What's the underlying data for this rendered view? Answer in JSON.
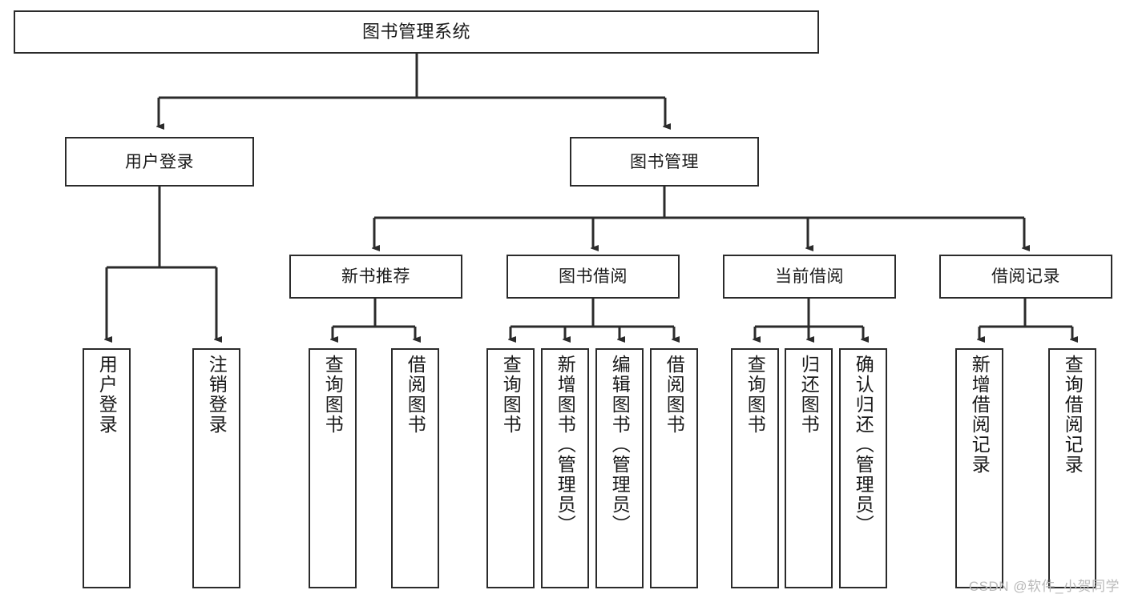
{
  "diagram": {
    "title": "图书管理系统",
    "watermark": "CSDN @软件_小贺同学",
    "line_color": "#2b2b2b",
    "box_border_color": "#2b2b2b",
    "box_fill_color": "#ffffff",
    "text_color": "#1a1a1a",
    "watermark_color": "#b9b9b9",
    "nodes": {
      "root": {
        "label": "图书管理系统"
      },
      "level2": [
        {
          "label": "用户登录"
        },
        {
          "label": "图书管理"
        }
      ],
      "level3": [
        {
          "label": "新书推荐"
        },
        {
          "label": "图书借阅"
        },
        {
          "label": "当前借阅"
        },
        {
          "label": "借阅记录"
        }
      ],
      "leaves": {
        "user_login": [
          {
            "label": "用户登录"
          },
          {
            "label": "注销登录"
          }
        ],
        "new_book_recommend": [
          {
            "label": "查询图书"
          },
          {
            "label": "借阅图书"
          }
        ],
        "book_borrow": [
          {
            "label": "查询图书"
          },
          {
            "label": "新增图书（管理员）"
          },
          {
            "label": "编辑图书（管理员）"
          },
          {
            "label": "借阅图书"
          }
        ],
        "current_borrow": [
          {
            "label": "查询图书"
          },
          {
            "label": "归还图书"
          },
          {
            "label": "确认归还（管理员）"
          }
        ],
        "borrow_record": [
          {
            "label": "新增借阅记录"
          },
          {
            "label": "查询借阅记录"
          }
        ]
      }
    }
  }
}
